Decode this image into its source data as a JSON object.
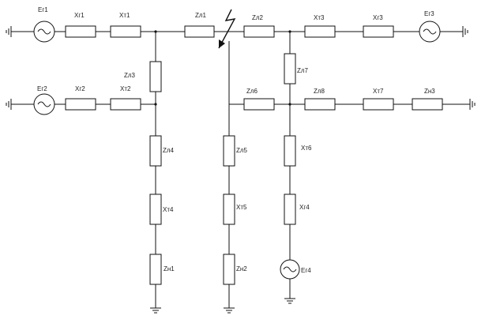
{
  "diagram": {
    "colors": {
      "line": "#111111",
      "background": "#ffffff"
    },
    "generators": [
      {
        "id": "eg1",
        "label": "Eг1"
      },
      {
        "id": "eg2",
        "label": "Eг2"
      },
      {
        "id": "eg3",
        "label": "Eг3"
      },
      {
        "id": "eg4",
        "label": "Eг4"
      }
    ],
    "elements": [
      {
        "id": "xg1",
        "label": "Xг1"
      },
      {
        "id": "xt1",
        "label": "Xт1"
      },
      {
        "id": "zl1",
        "label": "Zл1"
      },
      {
        "id": "zl2",
        "label": "Zл2"
      },
      {
        "id": "xt3",
        "label": "Xт3"
      },
      {
        "id": "xg3",
        "label": "Xг3"
      },
      {
        "id": "xg2",
        "label": "Xг2"
      },
      {
        "id": "xt2",
        "label": "Xт2"
      },
      {
        "id": "zl3",
        "label": "Zл3"
      },
      {
        "id": "zl4",
        "label": "Zл4"
      },
      {
        "id": "xt4",
        "label": "Xт4"
      },
      {
        "id": "zn1",
        "label": "Zн1"
      },
      {
        "id": "zl5",
        "label": "Zл5"
      },
      {
        "id": "xt5",
        "label": "Xт5"
      },
      {
        "id": "zn2",
        "label": "Zн2"
      },
      {
        "id": "zl7",
        "label": "Zл7"
      },
      {
        "id": "zl6",
        "label": "Zл6"
      },
      {
        "id": "zl8",
        "label": "Zл8"
      },
      {
        "id": "xt7",
        "label": "Xт7"
      },
      {
        "id": "zn3",
        "label": "Zн3"
      },
      {
        "id": "xt6",
        "label": "Xт6"
      },
      {
        "id": "xg4",
        "label": "Xг4"
      }
    ],
    "fault_marker": "short-circuit-arrow-icon",
    "ground_symbol": "ground-icon",
    "generator_symbol": "ac-source-icon"
  }
}
